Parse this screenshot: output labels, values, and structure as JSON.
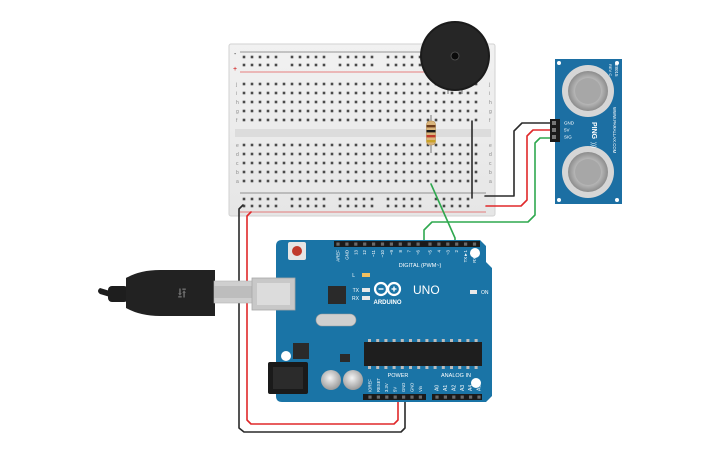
{
  "arduino": {
    "brand": "ARDUINO",
    "model": "UNO",
    "on_label": "ON",
    "digital_label": "DIGITAL (PWM~)",
    "analog_label": "ANALOG IN",
    "power_label": "POWER",
    "led_labels": [
      "L",
      "TX",
      "RX"
    ],
    "top_pins": [
      "AREF",
      "GND",
      "13",
      "12",
      "~11",
      "~10",
      "~9",
      "8",
      "7",
      "~6",
      "~5",
      "4",
      "~3",
      "2",
      "TX►1",
      "RX◄0"
    ],
    "power_pins": [
      "IOREF",
      "RESET",
      "3.3V",
      "5V",
      "GND",
      "GND",
      "Vin"
    ],
    "analog_pins": [
      "A0",
      "A1",
      "A2",
      "A3",
      "A4",
      "A5"
    ],
    "board_color": "#1a74a6"
  },
  "sensor": {
    "name": "PING",
    "site": "WWW.PARALLAX.COM",
    "part": "28015",
    "rev": "REV C",
    "pins": [
      "GND",
      "5V",
      "SIG"
    ],
    "board_color": "#1c6fa3"
  },
  "breadboard": {
    "row_letters_top": [
      "j",
      "i",
      "h",
      "g",
      "f"
    ],
    "row_letters_bottom": [
      "e",
      "d",
      "c",
      "b",
      "a"
    ],
    "column_count": 30,
    "rail_plus": "+",
    "rail_minus": "-"
  },
  "wires": {
    "red": "#e0282a",
    "black": "#2a2a2a",
    "green": "#2fa84f"
  }
}
